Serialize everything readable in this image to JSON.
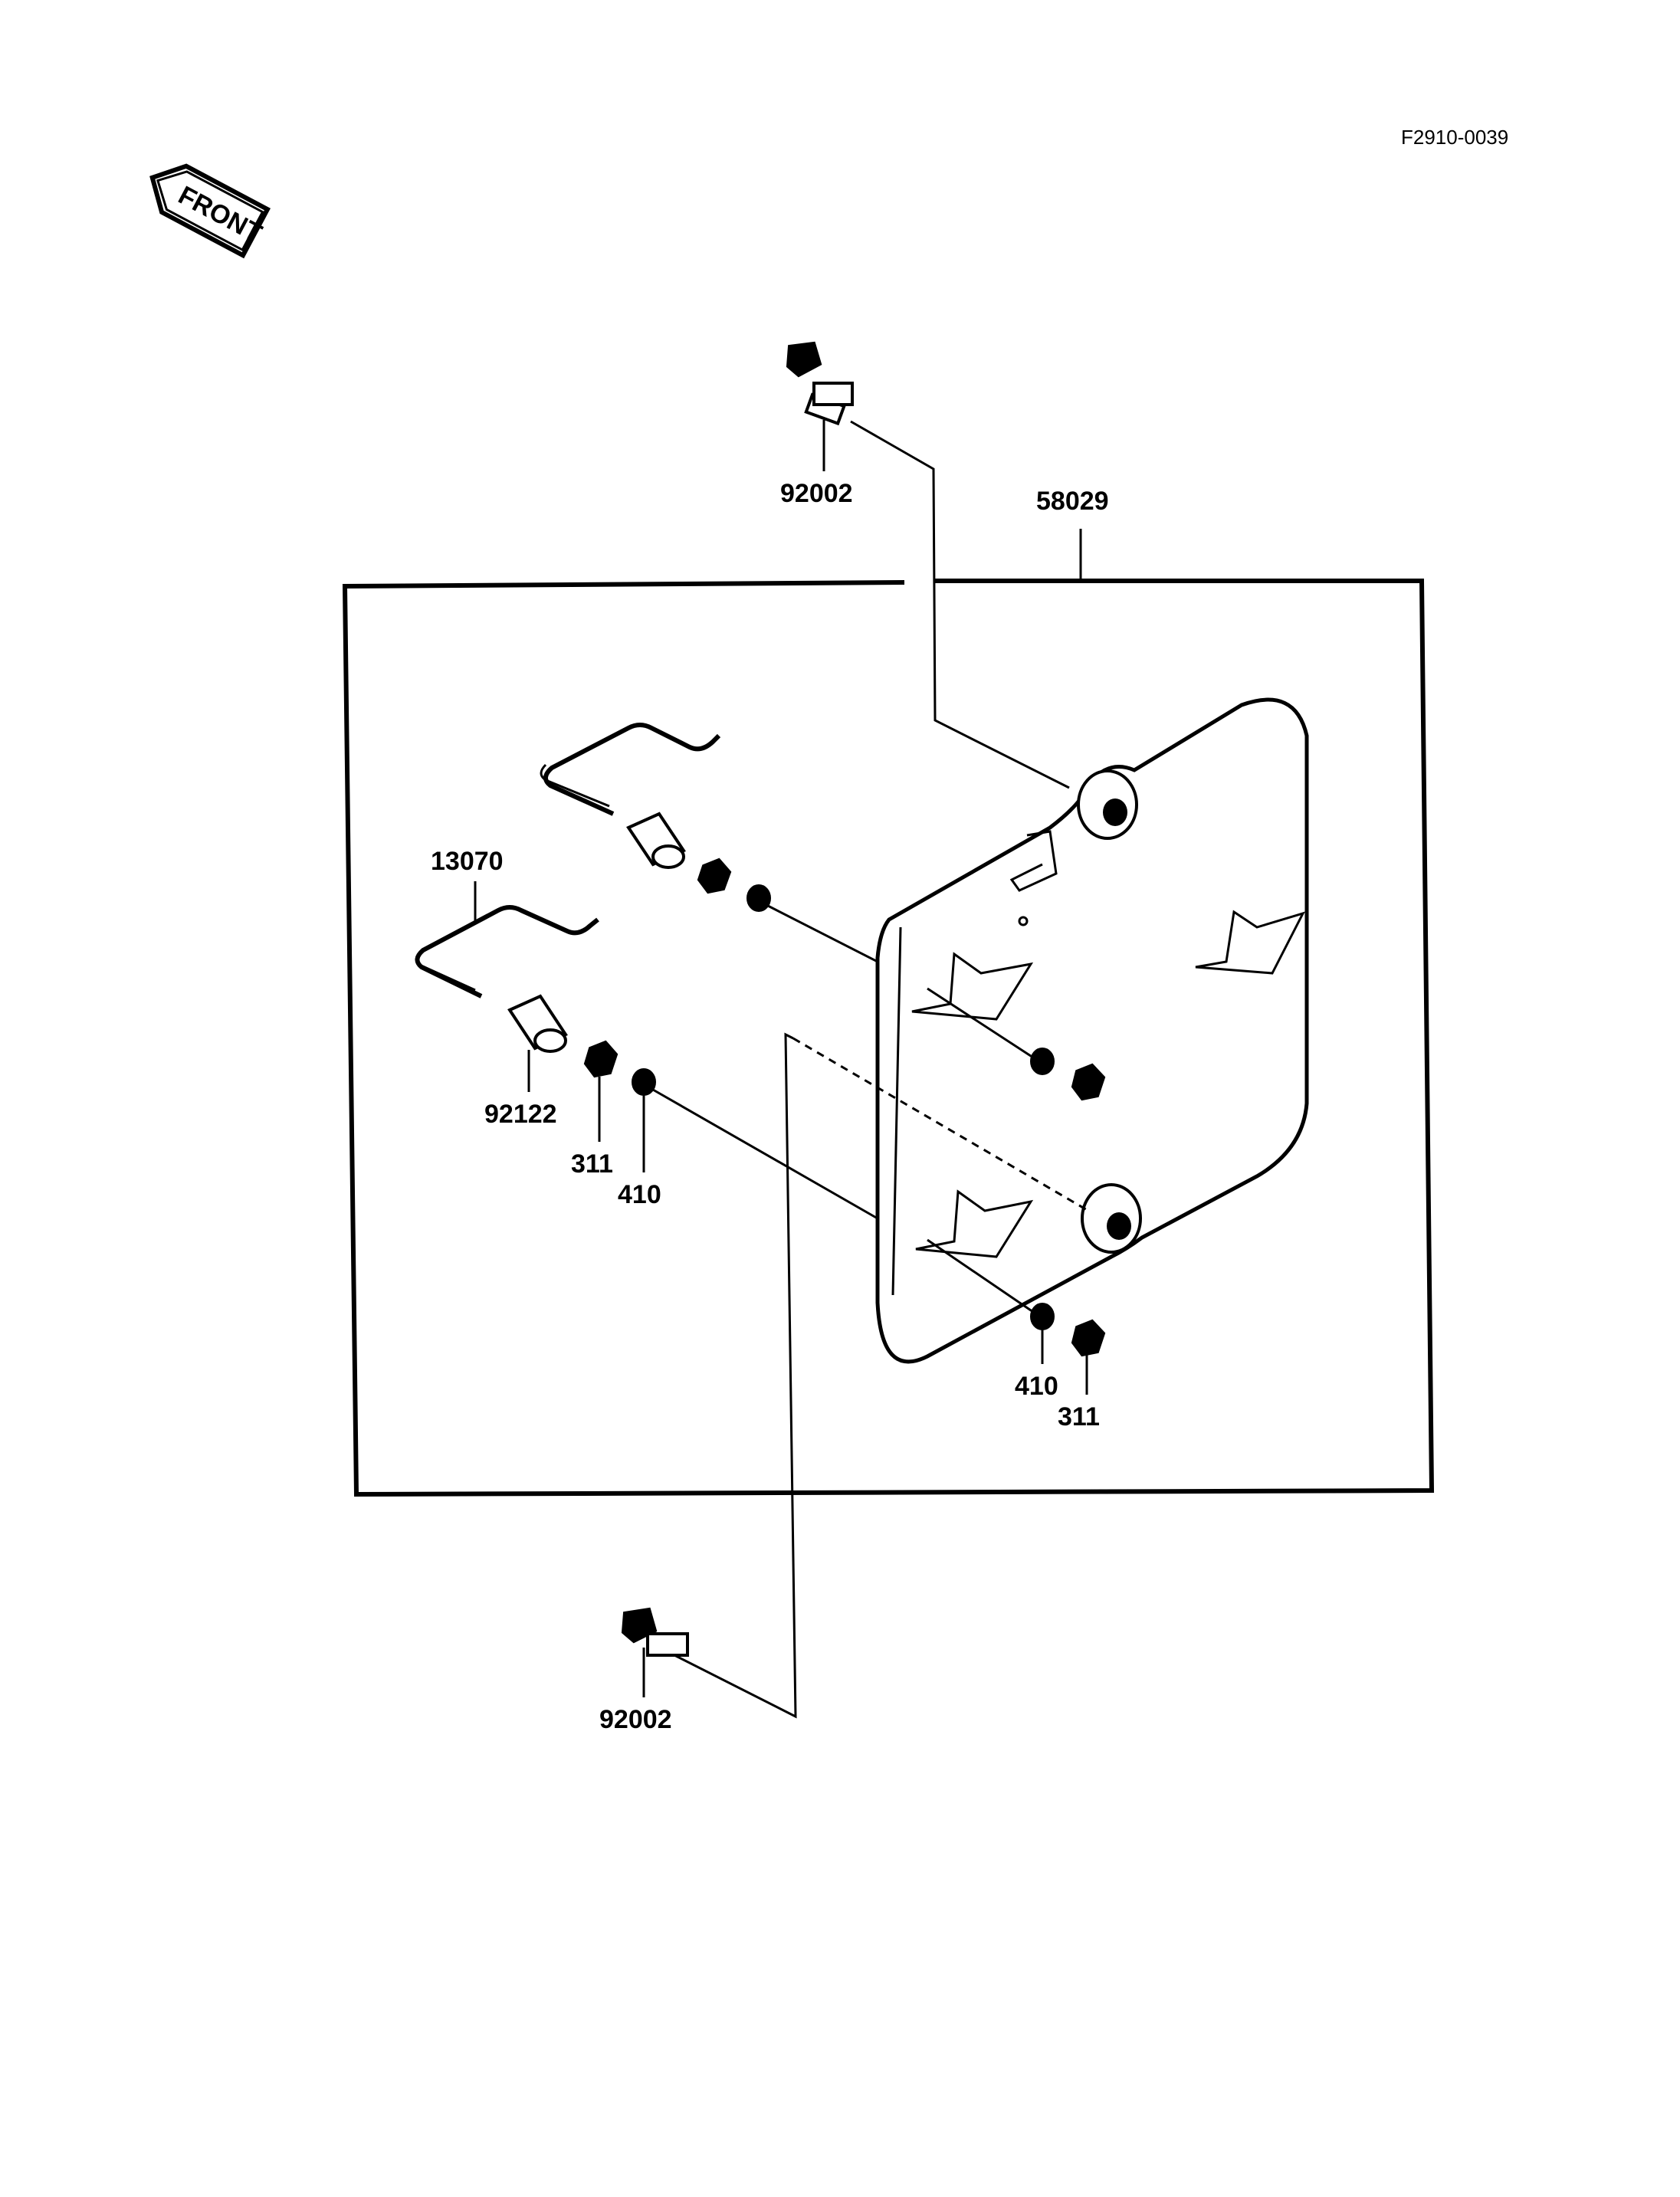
{
  "diagram_code": "F2910-0039",
  "front_label": "FRONT",
  "parts": {
    "assembly": "58029",
    "bolt_top": "92002",
    "bolt_bottom": "92002",
    "bracket": "13070",
    "collar": "92122",
    "nut_left": "311",
    "washer_left": "410",
    "washer_right": "410",
    "nut_right": "311"
  }
}
